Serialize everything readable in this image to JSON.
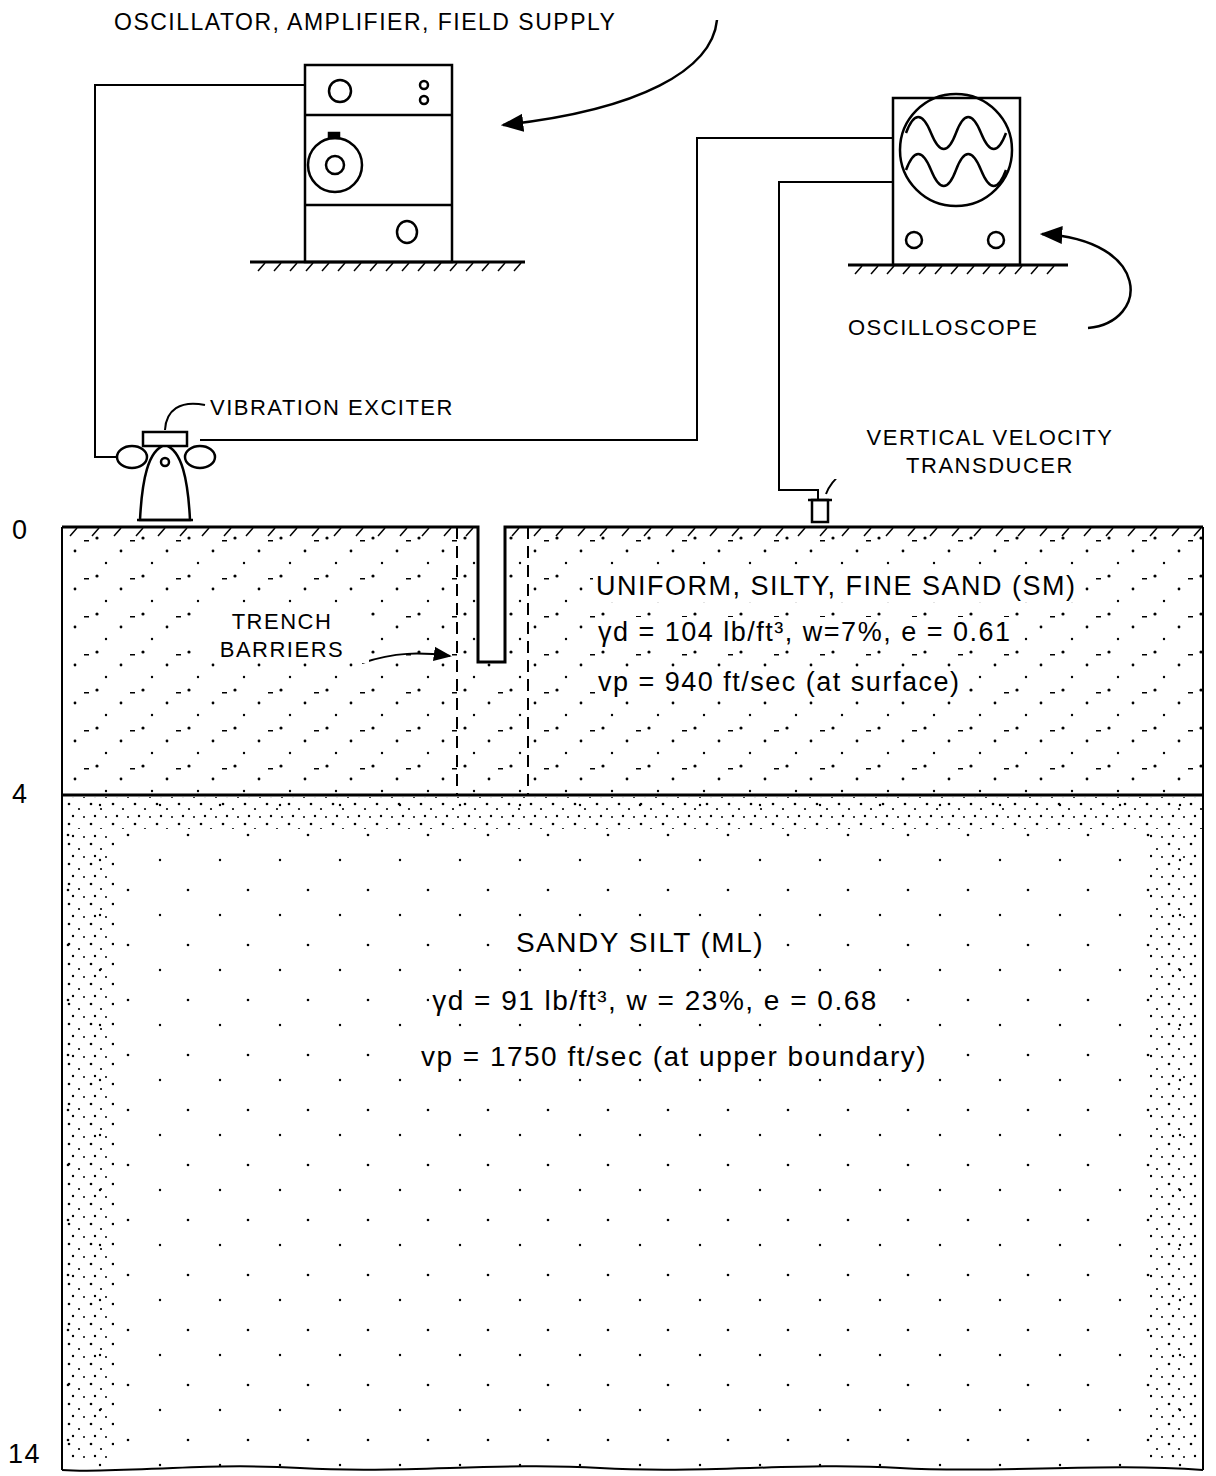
{
  "diagram": {
    "nodes": [
      {
        "text": [
          "UNIFORM, SILTY, FINE SAND (SM)",
          "γd = 104 lb/ft³, w=7%, e = 0.61",
          "vp = 940 ft/sec (at surface)"
        ]
      },
      {
        "text": [
          "SANDY SILT (ML)",
          "γd = 91 lb/ft³, w = 23%, e = 0.68",
          "vp = 1750 ft/sec (at upper boundary)"
        ]
      }
    ],
    "labels": [
      "OSCILLATOR, AMPLIFIER, FIELD SUPPLY",
      "OSCILLOSCOPE",
      "VIBRATION EXCITER",
      "VERTICAL VELOCITY TRANSDUCER",
      "0",
      "TRENCH BARRIERS",
      "4",
      "14"
    ]
  }
}
